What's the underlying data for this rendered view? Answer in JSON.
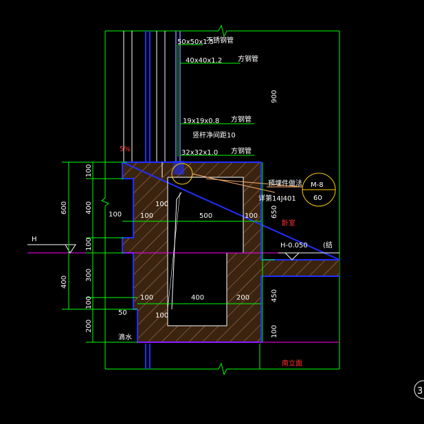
{
  "labels": {
    "rail_top": "50x50x1.5",
    "rail_top_desc": "不锈钢管",
    "rail_2": "40x40x1.2",
    "rail_2_desc": "方钢管",
    "rail_3": "19x19x0.8",
    "rail_3_desc": "方钢管",
    "rail_note": "竖杆净间距10",
    "rail_4": "32x32x1.0",
    "rail_4_desc": "方钢管",
    "slope": "5%",
    "embed": "预埋件做法",
    "detail": "详第14J401",
    "bubble_top": "M-8",
    "bubble_bottom": "60",
    "bedroom": "卧室",
    "level": "H-0.050",
    "struct": "(结",
    "h_mark": "H",
    "drain": "滴水",
    "elevation": "南立面",
    "corner": "3"
  },
  "dims": {
    "d900": "900",
    "d650": "650",
    "d450": "450",
    "d100_r": "100",
    "d600": "600",
    "d400_l": "400",
    "v100_a": "100",
    "v400": "400",
    "v100_b": "100",
    "v300": "300",
    "v100_c": "100",
    "v200": "200",
    "h100_a": "100",
    "h100_b": "100",
    "h100_c": "100",
    "h500": "500",
    "h100_d": "100",
    "h100_e": "100",
    "h400": "400",
    "h200": "200",
    "h100_f": "100",
    "h50": "50"
  },
  "colors": {
    "background": "#000000",
    "dimension": "#00ff00",
    "outline": "#2030ff",
    "level_line": "#ff00ff",
    "label_red": "#ff3030",
    "leader": "#ffb070"
  }
}
